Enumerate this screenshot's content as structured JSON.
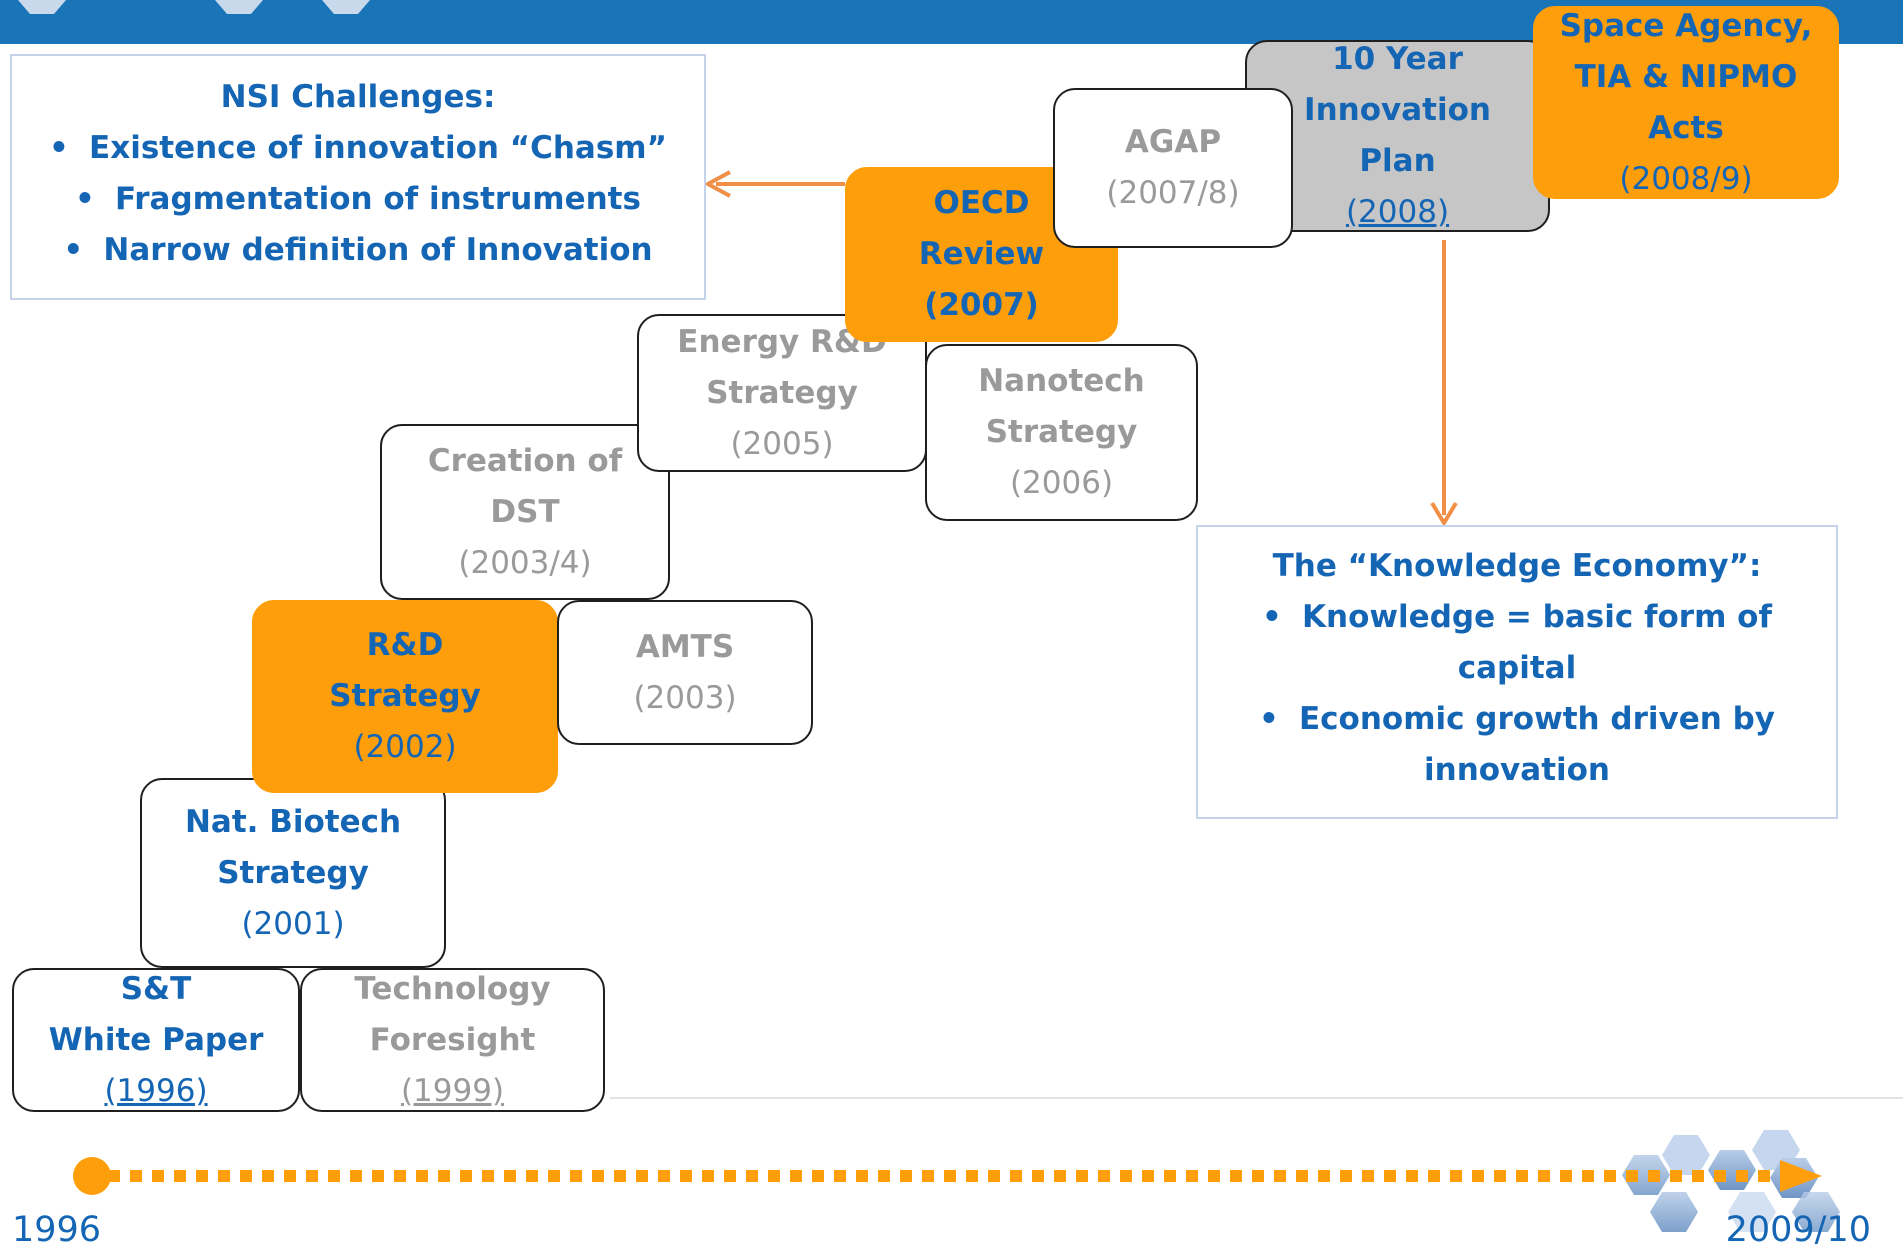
{
  "colors": {
    "header": "#1a74b8",
    "accent": "#ff9e0b",
    "connector": "#f08f46",
    "text_blue": "#1565b5",
    "text_gray": "#9a9a9a",
    "box_gray": "#c6c6c6"
  },
  "nsi_panel": {
    "title": "NSI Challenges:",
    "items": [
      "Existence of innovation “Chasm”",
      "Fragmentation of instruments",
      "Narrow definition of Innovation"
    ]
  },
  "knowledge_panel": {
    "title": "The “Knowledge Economy”:",
    "items": [
      "Knowledge = basic form of capital",
      "Economic growth driven by innovation"
    ]
  },
  "milestones": {
    "st_white_paper": {
      "title": "S&T\nWhite Paper",
      "year": "(1996)"
    },
    "technology_foresight": {
      "title": "Technology\nForesight",
      "year": "(1999)"
    },
    "nat_biotech": {
      "title": "Nat. Biotech\nStrategy",
      "year": "(2001)"
    },
    "rd_strategy": {
      "title": "R&D\nStrategy",
      "year": "(2002)"
    },
    "amts": {
      "title": "AMTS",
      "year": "(2003)"
    },
    "creation_dst": {
      "title": "Creation of\nDST",
      "year": "(2003/4)"
    },
    "energy_rd": {
      "title": "Energy R&D\nStrategy",
      "year": "(2005)"
    },
    "nanotech": {
      "title": "Nanotech\nStrategy",
      "year": "(2006)"
    },
    "oecd_review": {
      "title": "OECD\nReview\n(2007)",
      "year": ""
    },
    "agap": {
      "title": "AGAP",
      "year": "(2007/8)"
    },
    "ten_year_plan": {
      "title": "10 Year\nInnovation\nPlan",
      "year": "(2008)"
    },
    "space_agency": {
      "title": "Space Agency,\nTIA & NIPMO\nActs",
      "year": "(2008/9)"
    }
  },
  "timeline": {
    "start_label": "1996",
    "end_label": "2009/10"
  }
}
